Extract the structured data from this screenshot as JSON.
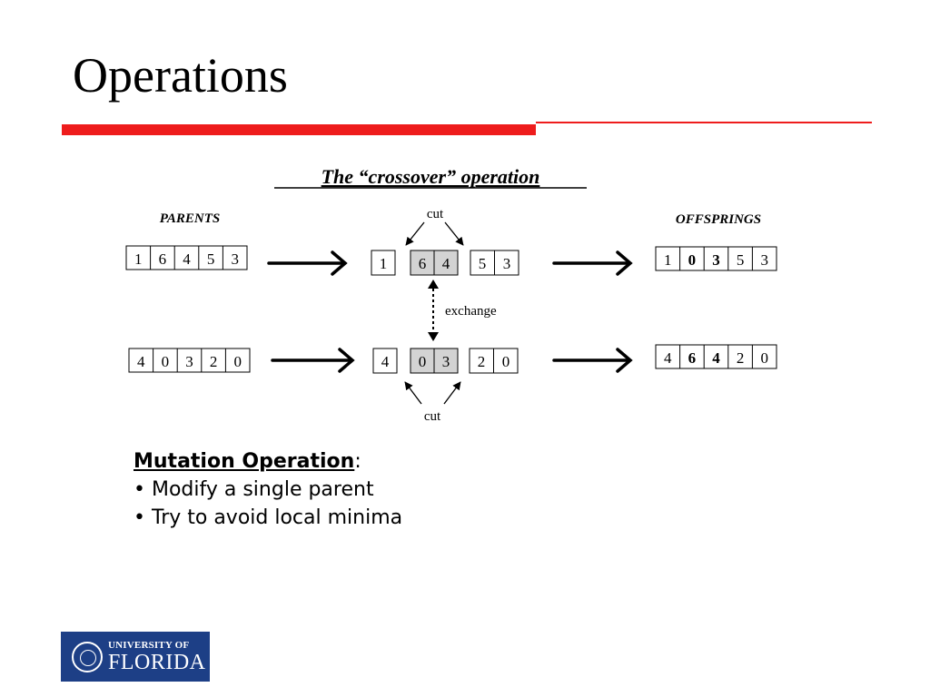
{
  "slide": {
    "title": "Operations"
  },
  "diagram": {
    "title": "The “crossover” operation",
    "parents_label": "PARENTS",
    "offsprings_label": "OFFSPRINGS",
    "cut_label_top": "cut",
    "cut_label_bottom": "cut",
    "exchange_label": "exchange",
    "parents": [
      [
        "1",
        "6",
        "4",
        "5",
        "3"
      ],
      [
        "4",
        "0",
        "3",
        "2",
        "0"
      ]
    ],
    "cut_rows": [
      {
        "left": [
          "1"
        ],
        "middle": [
          "6",
          "4"
        ],
        "right": [
          "5",
          "3"
        ]
      },
      {
        "left": [
          "4"
        ],
        "middle": [
          "0",
          "3"
        ],
        "right": [
          "2",
          "0"
        ]
      }
    ],
    "offsprings": [
      [
        "1",
        "0",
        "3",
        "5",
        "3"
      ],
      [
        "4",
        "6",
        "4",
        "2",
        "0"
      ]
    ],
    "highlight_color": "#d3d3d3"
  },
  "mutation": {
    "heading": "Mutation Operation",
    "colon": ":",
    "bullets": [
      "Modify a single parent",
      "Try to avoid local minima"
    ]
  },
  "logo": {
    "line1": "UNIVERSITY OF",
    "line2": "FLORIDA",
    "color": "#1d3f86"
  },
  "colors": {
    "accent_red": "#ee1c1c"
  }
}
